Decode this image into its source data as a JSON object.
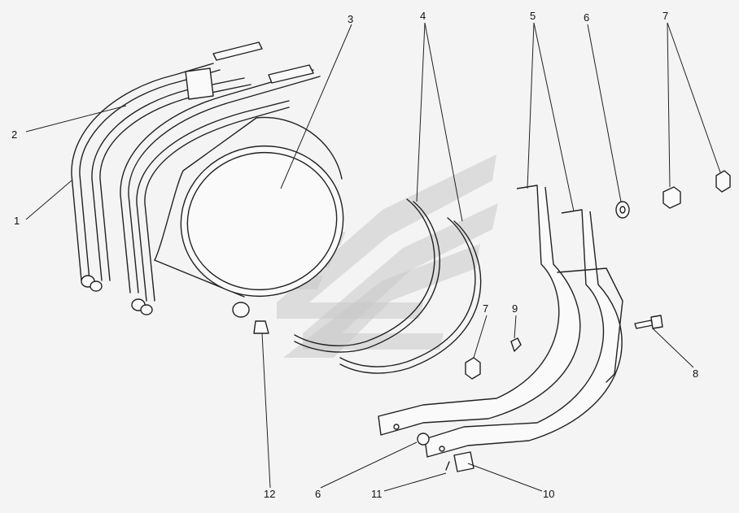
{
  "drawing": {
    "background_color": "#f4f4f4",
    "line_color": "#222222",
    "watermark_color": "#c9c9c9",
    "callouts": [
      "1",
      "2",
      "3",
      "4",
      "5",
      "6",
      "7",
      "8",
      "9",
      "10",
      "11",
      "12",
      "7",
      "6"
    ]
  }
}
